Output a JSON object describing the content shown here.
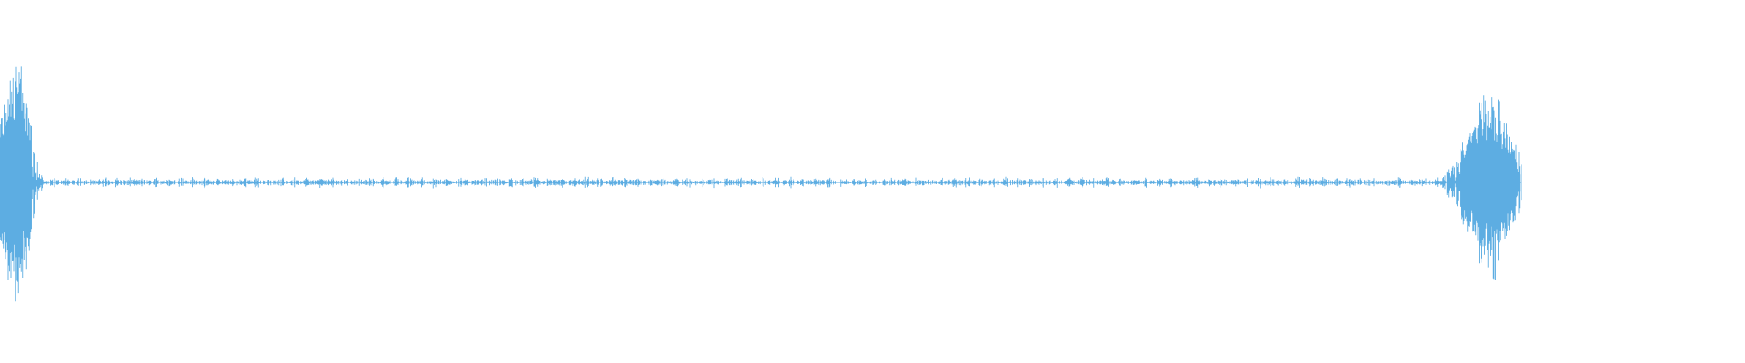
{
  "waveform": {
    "color": "#5dade2",
    "background": "#ffffff",
    "duration_fraction_with_audio": 0.872,
    "bursts": [
      {
        "center_fraction": 0.009,
        "width_fraction": 0.018,
        "amplitude": 0.95,
        "flank_amplitude": 0.38
      },
      {
        "center_fraction": 0.853,
        "width_fraction": 0.032,
        "amplitude": 0.82,
        "flank_amplitude": 0.22
      }
    ],
    "noise_amplitude": 0.02,
    "mid_noise_amplitude": 0.035
  }
}
